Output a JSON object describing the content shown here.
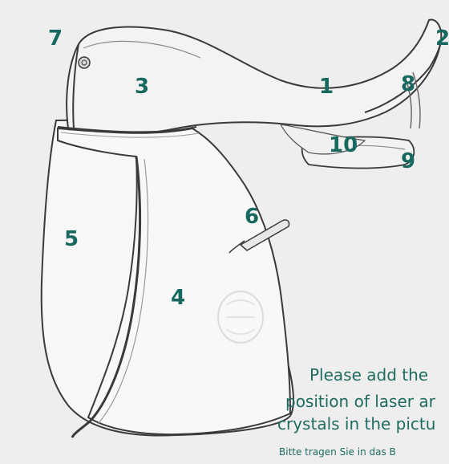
{
  "diagram": {
    "subject": "dressage-saddle",
    "colors": {
      "background": "#eeeeee",
      "label": "#17695f",
      "outline": "#3a3a3a",
      "leather": "#f6f6f6"
    },
    "callouts": [
      "7",
      "2",
      "3",
      "1",
      "8",
      "10",
      "9",
      "6",
      "5",
      "4"
    ]
  },
  "note": {
    "line1": "Please add the",
    "line2": "position of laser ar",
    "line3": "crystals in the pictu",
    "line4": "Bitte tragen Sie in das B"
  }
}
